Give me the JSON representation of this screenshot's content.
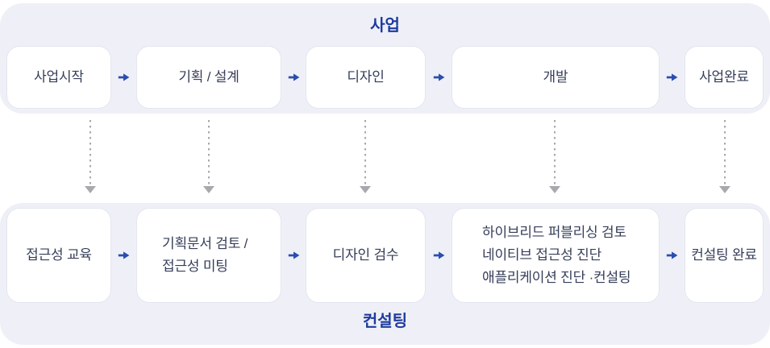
{
  "business": {
    "title": "사업",
    "steps": [
      {
        "label": "사업시작"
      },
      {
        "label": "기획 / 설계"
      },
      {
        "label": "디자인"
      },
      {
        "label": "개발"
      },
      {
        "label": "사업완료"
      }
    ]
  },
  "consulting": {
    "title": "컨설팅",
    "steps": [
      {
        "label": "접근성 교육"
      },
      {
        "lines": [
          "기획문서 검토 /",
          "접근성 미팅"
        ]
      },
      {
        "label": "디자인 검수"
      },
      {
        "lines": [
          "하이브리드 퍼블리싱 검토",
          "네이티브 접근성 진단",
          "애플리케이션 진단 ·컨설팅"
        ]
      },
      {
        "label": "컨설팅 완료"
      }
    ]
  },
  "icons": {
    "flow_arrow": "right-arrow-icon",
    "mapping_arrow": "dotted-down-arrow-icon"
  },
  "colors": {
    "section_background": "#eff0f7",
    "node_background": "#ffffff",
    "node_border": "#e3e6f0",
    "node_text": "#363e59",
    "section_title": "#1e3c9e",
    "flow_arrow": "#2b4db0",
    "mapping_arrow": "#a9a9ad"
  }
}
